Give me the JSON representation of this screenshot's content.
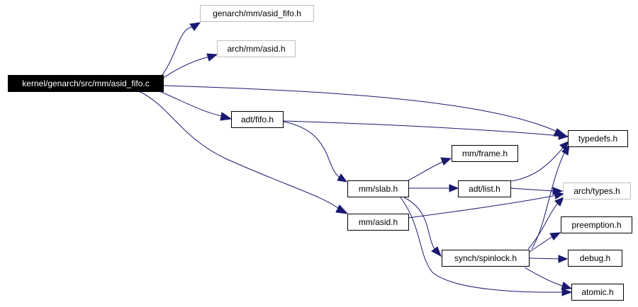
{
  "graph": {
    "root": {
      "id": "kernel_genarch_src_mm_asid_fifo_c",
      "label": "kernel/genarch/src/mm/asid_fifo.c"
    },
    "nodes": [
      {
        "id": "genarch_mm_asid_fifo_h",
        "label": "genarch/mm/asid_fifo.h",
        "linked": false
      },
      {
        "id": "arch_mm_asid_h",
        "label": "arch/mm/asid.h",
        "linked": false
      },
      {
        "id": "adt_fifo_h",
        "label": "adt/fifo.h",
        "linked": true
      },
      {
        "id": "typedefs_h",
        "label": "typedefs.h",
        "linked": true
      },
      {
        "id": "mm_frame_h",
        "label": "mm/frame.h",
        "linked": true
      },
      {
        "id": "mm_slab_h",
        "label": "mm/slab.h",
        "linked": true
      },
      {
        "id": "adt_list_h",
        "label": "adt/list.h",
        "linked": true
      },
      {
        "id": "arch_types_h",
        "label": "arch/types.h",
        "linked": false
      },
      {
        "id": "mm_asid_h",
        "label": "mm/asid.h",
        "linked": true
      },
      {
        "id": "preemption_h",
        "label": "preemption.h",
        "linked": true
      },
      {
        "id": "synch_spinlock_h",
        "label": "synch/spinlock.h",
        "linked": true
      },
      {
        "id": "debug_h",
        "label": "debug.h",
        "linked": true
      },
      {
        "id": "atomic_h",
        "label": "atomic.h",
        "linked": true
      }
    ],
    "edges": [
      [
        "kernel_genarch_src_mm_asid_fifo_c",
        "genarch_mm_asid_fifo_h"
      ],
      [
        "kernel_genarch_src_mm_asid_fifo_c",
        "arch_mm_asid_h"
      ],
      [
        "kernel_genarch_src_mm_asid_fifo_c",
        "typedefs_h"
      ],
      [
        "kernel_genarch_src_mm_asid_fifo_c",
        "adt_fifo_h"
      ],
      [
        "kernel_genarch_src_mm_asid_fifo_c",
        "mm_asid_h"
      ],
      [
        "adt_fifo_h",
        "typedefs_h"
      ],
      [
        "adt_fifo_h",
        "mm_slab_h"
      ],
      [
        "mm_slab_h",
        "mm_frame_h"
      ],
      [
        "mm_slab_h",
        "adt_list_h"
      ],
      [
        "mm_slab_h",
        "synch_spinlock_h"
      ],
      [
        "mm_slab_h",
        "atomic_h"
      ],
      [
        "adt_list_h",
        "typedefs_h"
      ],
      [
        "adt_list_h",
        "arch_types_h"
      ],
      [
        "mm_asid_h",
        "arch_types_h"
      ],
      [
        "synch_spinlock_h",
        "typedefs_h"
      ],
      [
        "synch_spinlock_h",
        "arch_types_h"
      ],
      [
        "synch_spinlock_h",
        "preemption_h"
      ],
      [
        "synch_spinlock_h",
        "debug_h"
      ],
      [
        "synch_spinlock_h",
        "atomic_h"
      ]
    ],
    "colors": {
      "edge": "#191970",
      "node_border": "#000000",
      "unlinked_border": "#bfbfbf",
      "root_fill": "#000000",
      "root_text": "#ffffff"
    }
  }
}
